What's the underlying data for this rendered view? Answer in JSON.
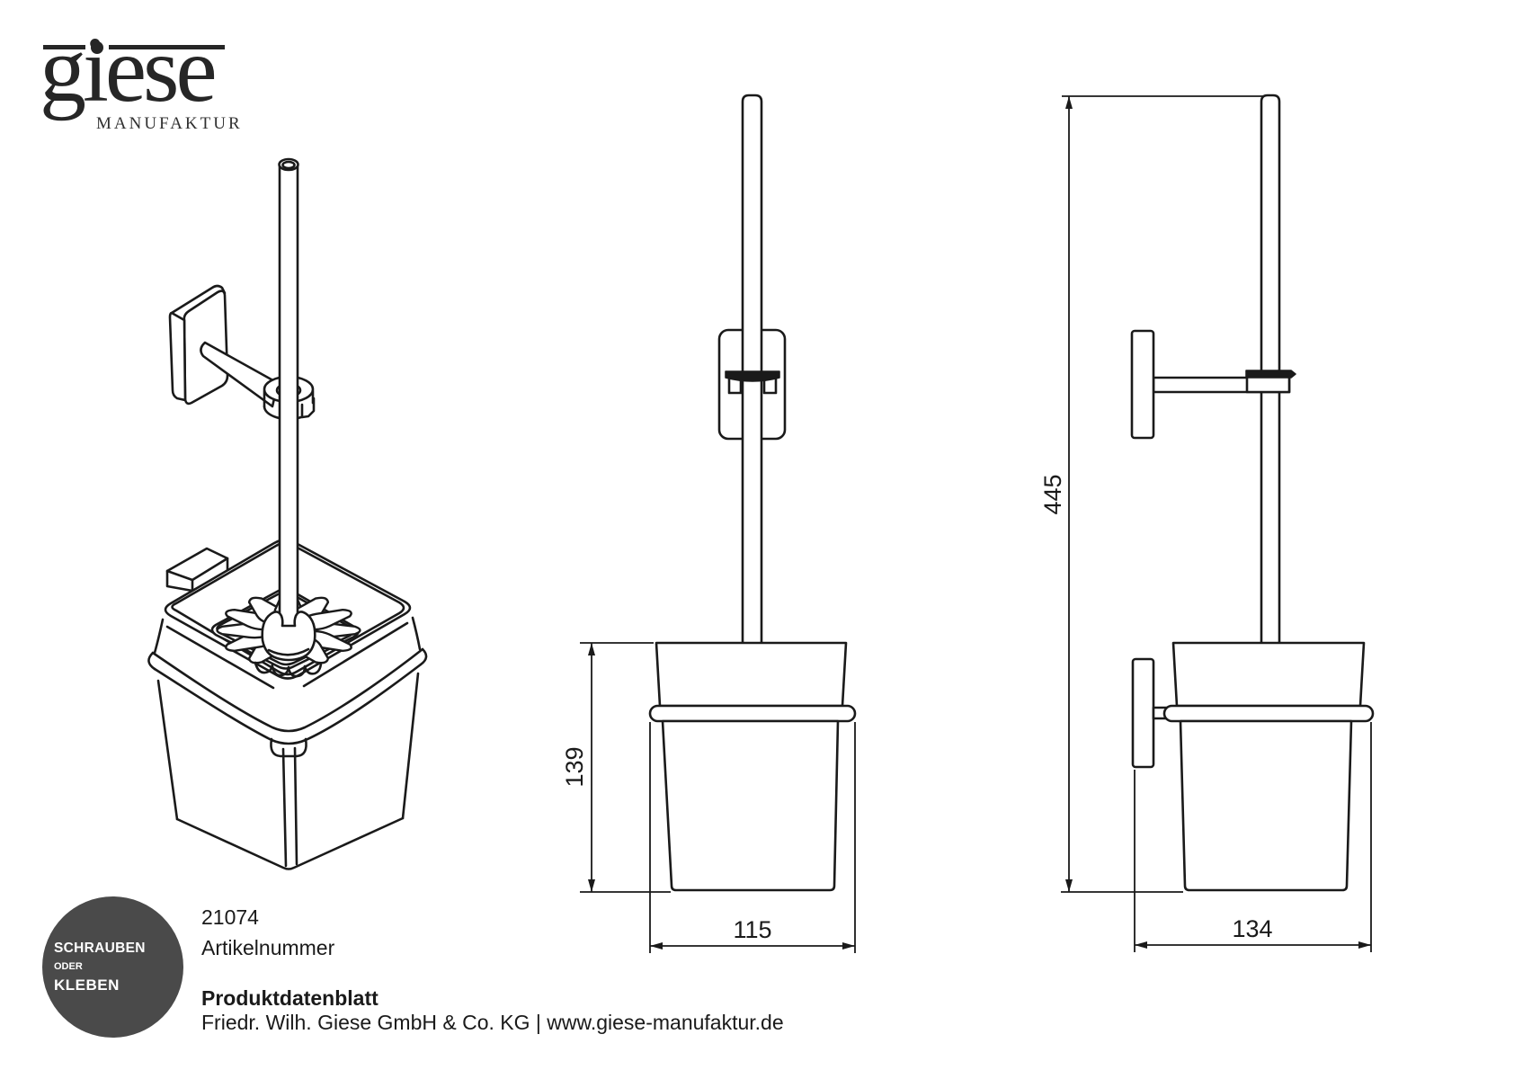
{
  "logo": {
    "name": "giese",
    "subtitle": "MANUFAKTUR"
  },
  "badge": {
    "line1": "SCHRAUBEN",
    "line2": "ODER",
    "line3": "KLEBEN"
  },
  "product": {
    "article_number": "21074",
    "article_label": "Artikelnummer"
  },
  "footer": {
    "title": "Produktdatenblatt",
    "company": "Friedr. Wilh. Giese GmbH & Co. KG | www.giese-manufaktur.de"
  },
  "dimensions": {
    "front_height": "139",
    "front_width": "115",
    "side_height": "445",
    "side_depth": "134"
  },
  "colors": {
    "line": "#1a1a1a",
    "badge": "#4a4a4a",
    "background": "#ffffff"
  }
}
